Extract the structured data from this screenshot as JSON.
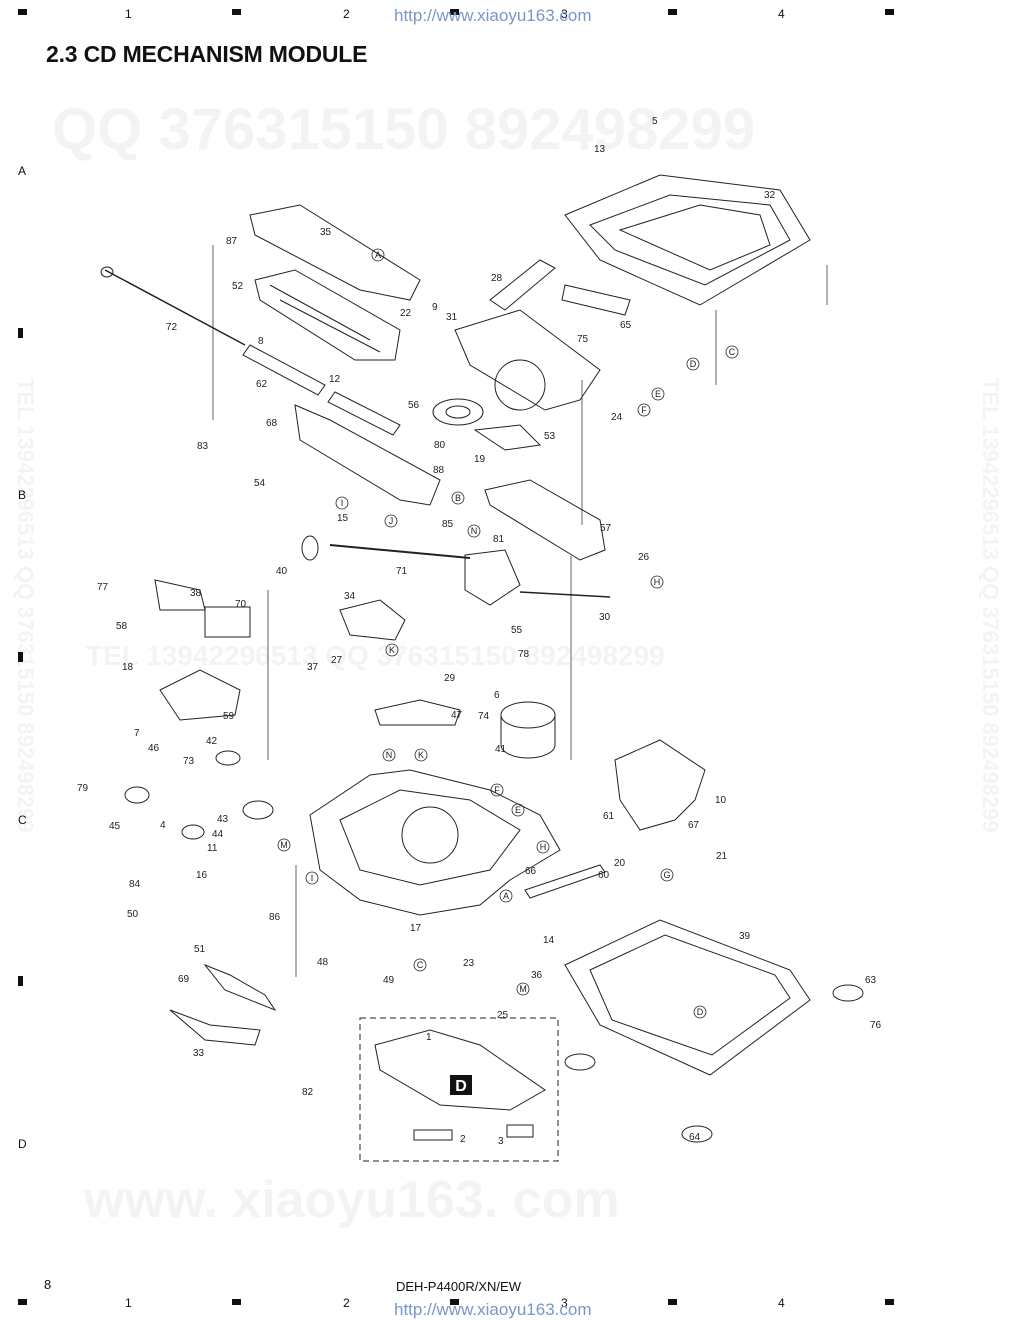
{
  "header": {
    "columns": [
      "1",
      "2",
      "3",
      "4"
    ],
    "url": "http://www.xiaoyu163.com"
  },
  "rows": [
    "A",
    "B",
    "C",
    "D"
  ],
  "title": "2.3  CD MECHANISM MODULE",
  "watermarks": {
    "qq": "QQ 376315150   892498299",
    "qq_mid": "TEL 13942296513   QQ 376315150   892498299",
    "side": "TEL 13942296513   QQ 376315150   892498299",
    "site": "www. xiaoyu163. com"
  },
  "callouts": [
    "A",
    "B",
    "C",
    "D",
    "E",
    "F",
    "G",
    "H",
    "I",
    "J",
    "K",
    "M",
    "N"
  ],
  "parts": [
    "1",
    "2",
    "3",
    "4",
    "5",
    "6",
    "7",
    "8",
    "9",
    "10",
    "11",
    "12",
    "13",
    "14",
    "15",
    "16",
    "17",
    "18",
    "19",
    "20",
    "21",
    "22",
    "23",
    "24",
    "25",
    "26",
    "27",
    "28",
    "29",
    "30",
    "31",
    "32",
    "33",
    "34",
    "35",
    "36",
    "37",
    "38",
    "39",
    "40",
    "41",
    "42",
    "43",
    "44",
    "45",
    "46",
    "47",
    "48",
    "49",
    "50",
    "51",
    "52",
    "53",
    "54",
    "55",
    "56",
    "57",
    "58",
    "59",
    "60",
    "61",
    "62",
    "63",
    "64",
    "65",
    "66",
    "67",
    "68",
    "69",
    "70",
    "71",
    "72",
    "73",
    "74",
    "75",
    "76",
    "77",
    "78",
    "79",
    "80",
    "81",
    "82",
    "83",
    "84",
    "85",
    "86",
    "87",
    "88"
  ],
  "sub_assembly_label": "D",
  "footer": {
    "page": "8",
    "model": "DEH-P4400R/XN/EW",
    "url": "http://www.xiaoyu163.com"
  }
}
